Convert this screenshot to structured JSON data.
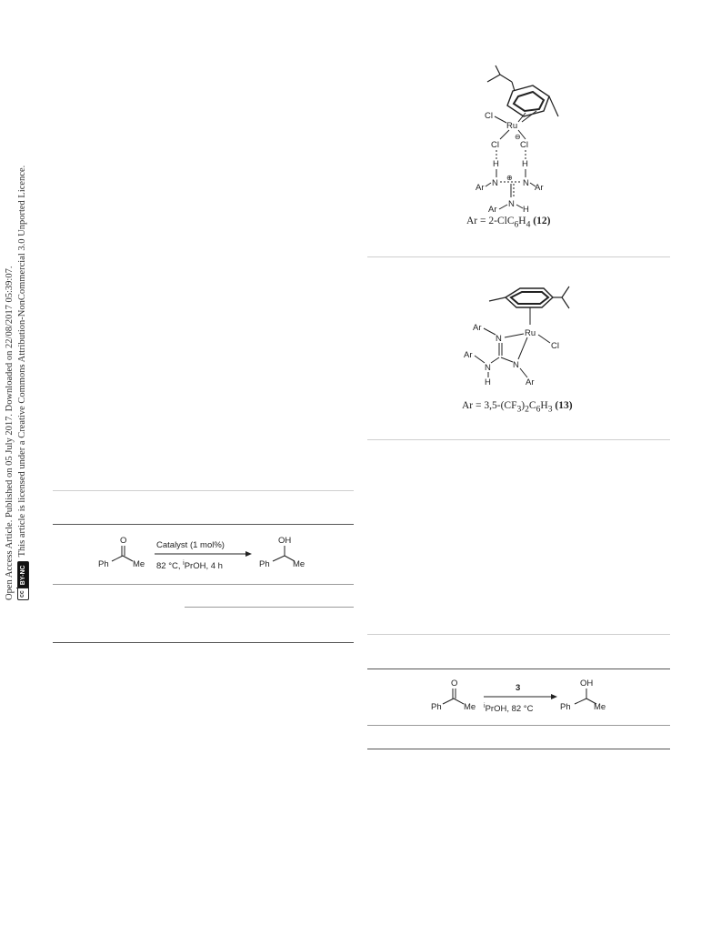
{
  "sidebar": {
    "line1": "Open Access Article. Published on 05 July 2017. Downloaded on 22/08/2017 05:39:07.",
    "line2": "This article is licensed under a Creative Commons Attribution-NonCommercial 3.0 Unported Licence.",
    "badge_cc": "cc",
    "badge_license": "BY-NC"
  },
  "structure_12": {
    "atoms": {
      "ru": "Ru",
      "cl_top": "Cl",
      "cl_left": "Cl",
      "cl_right": "Cl",
      "charge_minus": "⊖",
      "charge_plus": "⊕",
      "h_left": "H",
      "h_right": "H",
      "n_left": "N",
      "n_right": "N",
      "n_bottom": "N",
      "ar_left": "Ar",
      "ar_right": "Ar",
      "ar_bottom": "Ar",
      "h_bottom": "H"
    },
    "caption_prefix": "Ar = 2-ClC",
    "caption_sub1": "6",
    "caption_mid": "H",
    "caption_sub2": "4",
    "caption_label": "(12)"
  },
  "structure_13": {
    "atoms": {
      "ru": "Ru",
      "cl": "Cl",
      "n_top": "N",
      "n_right": "N",
      "n_left": "N",
      "ar_top": "Ar",
      "ar_left": "Ar",
      "ar_right": "Ar",
      "h_bottom": "H"
    },
    "caption_prefix": "Ar = 3,5-(CF",
    "caption_sub1": "3",
    "caption_mid": ")",
    "caption_sub2": "2",
    "caption_c": "C",
    "caption_sub3": "6",
    "caption_h": "H",
    "caption_sub4": "3",
    "caption_label": "(13)"
  },
  "scheme_left": {
    "reactant_o": "O",
    "reactant_ph": "Ph",
    "reactant_me": "Me",
    "conditions_top": "Catalyst (1 mol%)",
    "conditions_bottom": "82 °C, ",
    "conditions_sup": "i",
    "conditions_bottom2": "PrOH, 4 h",
    "product_oh": "OH",
    "product_ph": "Ph",
    "product_me": "Me"
  },
  "scheme_right": {
    "reactant_o": "O",
    "reactant_ph": "Ph",
    "reactant_me": "Me",
    "catalyst": "3",
    "conditions_sup": "i",
    "conditions": "PrOH, 82 °C",
    "product_oh": "OH",
    "product_ph": "Ph",
    "product_me": "Me"
  }
}
